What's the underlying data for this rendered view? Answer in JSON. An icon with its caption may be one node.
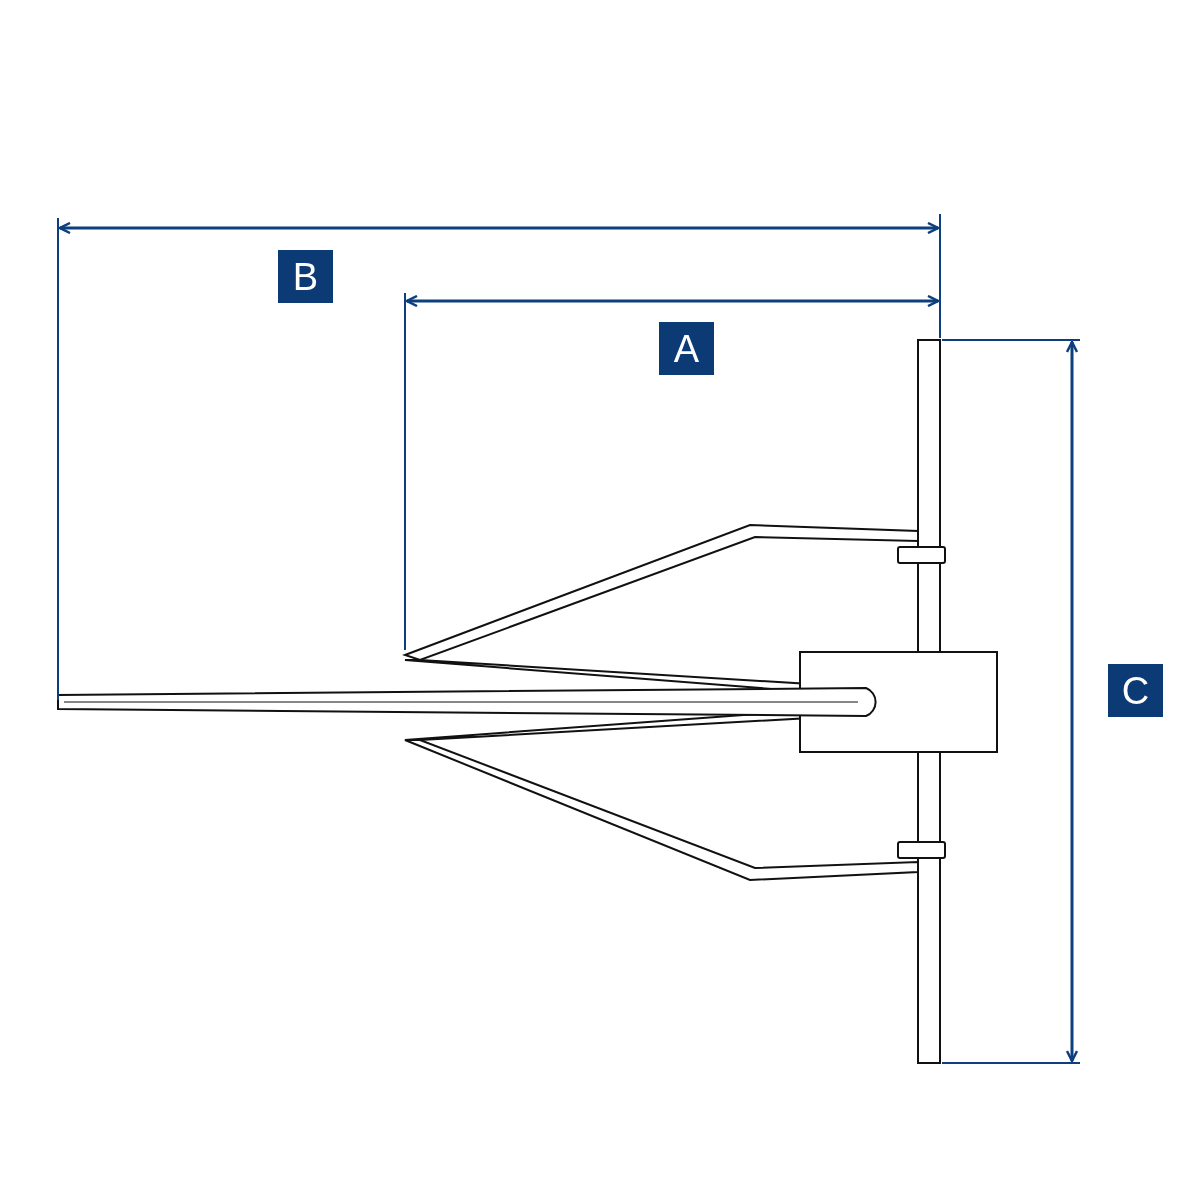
{
  "diagram": {
    "labels": [
      "B",
      "A",
      "C"
    ]
  }
}
